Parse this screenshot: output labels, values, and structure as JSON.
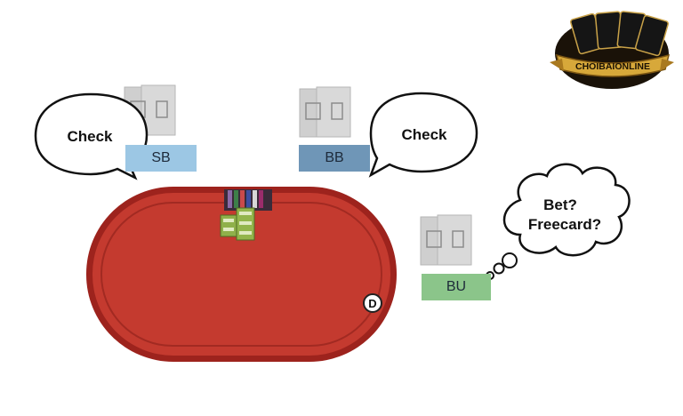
{
  "logo": {
    "text": "CHOIBAIONLINE"
  },
  "seats": [
    {
      "position": "SB",
      "action_text": "Check",
      "color": "#9cc7e4"
    },
    {
      "position": "BB",
      "action_text": "Check",
      "color": "#6f96b7"
    },
    {
      "position": "BU",
      "action_text_line1": "Bet?",
      "action_text_line2": "Freecard?",
      "color": "#8bc58a"
    }
  ],
  "table": {
    "felt_color": "#b93027",
    "rail_color": "#9d231d",
    "dealer_button": "D"
  }
}
